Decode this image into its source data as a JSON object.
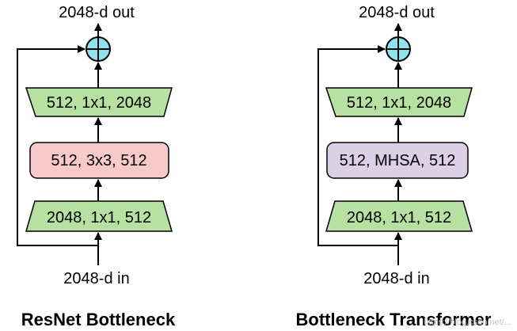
{
  "diagrams": [
    {
      "out_label": "2048-d out",
      "in_label": "2048-d in",
      "top_block": "512, 1x1, 2048",
      "middle_block": "512, 3x3, 512",
      "bottom_block": "2048, 1x1, 512",
      "caption": "ResNet Bottleneck"
    },
    {
      "out_label": "2048-d out",
      "in_label": "2048-d in",
      "top_block": "512, 1x1, 2048",
      "middle_block": "512, MHSA, 512",
      "bottom_block": "2048, 1x1, 512",
      "caption": "Bottleneck Transformer"
    }
  ],
  "colors": {
    "trapezoid_fill": "#b7e1a1",
    "resnet_middle_fill": "#f7cac9",
    "bot_middle_fill": "#dcd0e6",
    "adder_fill": "#8fe3ef",
    "stroke": "#000000"
  },
  "icons": {
    "adder": "circle-plus-icon",
    "arrow": "arrowhead"
  },
  "watermark": "https://blog.csdn.net/..."
}
